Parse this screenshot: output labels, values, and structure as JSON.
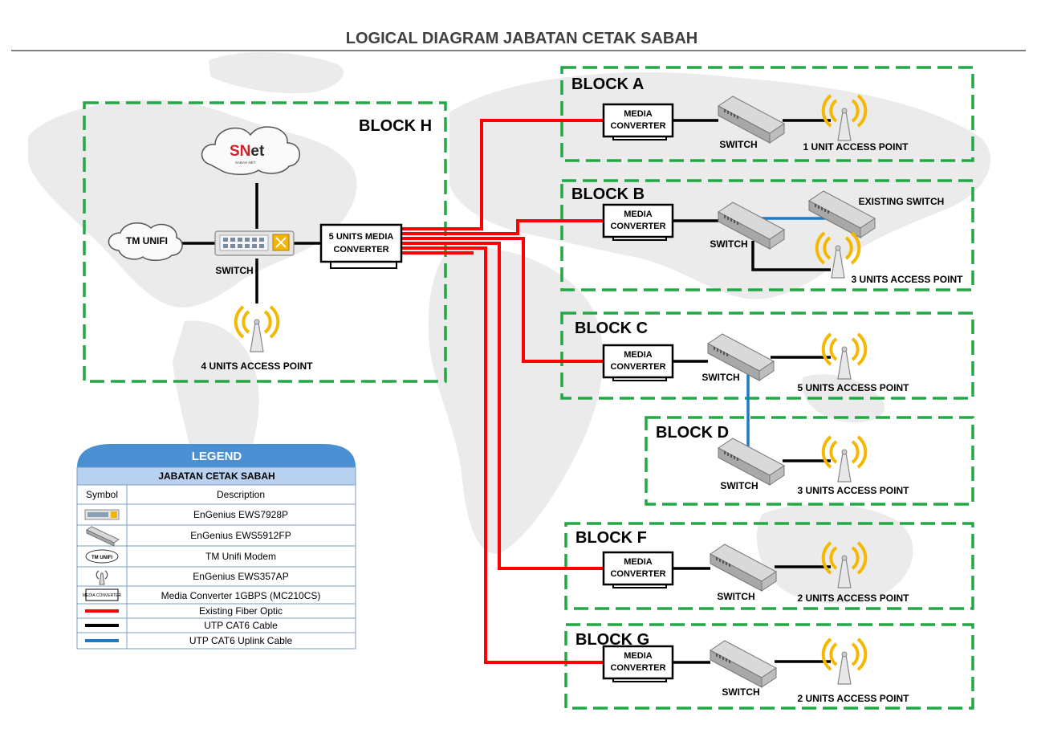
{
  "title": "LOGICAL DIAGRAM JABATAN CETAK SABAH",
  "brand": {
    "logo_text": "SNet",
    "logo_caption": "SABAH NET"
  },
  "colors": {
    "fiber": "#ff0000",
    "utp": "#000000",
    "uplink": "#1f78c8",
    "dash": "#22a845",
    "legend_header": "#4a8fd2"
  },
  "blocks": {
    "h": {
      "label": "BLOCK H",
      "cloud_isp": "TM UNIFI",
      "switch": "SWITCH",
      "media_converter": [
        "5 UNITS MEDIA",
        "CONVERTER"
      ],
      "access_point": "4 UNITS ACCESS POINT"
    },
    "a": {
      "label": "BLOCK A",
      "media_converter": [
        "MEDIA",
        "CONVERTER"
      ],
      "switch": "SWITCH",
      "access_point": "1 UNIT ACCESS POINT"
    },
    "b": {
      "label": "BLOCK B",
      "media_converter": [
        "MEDIA",
        "CONVERTER"
      ],
      "switch": "SWITCH",
      "existing_switch": "EXISTING SWITCH",
      "access_point": "3 UNITS ACCESS POINT"
    },
    "c": {
      "label": "BLOCK C",
      "media_converter": [
        "MEDIA",
        "CONVERTER"
      ],
      "switch": "SWITCH",
      "access_point": "5 UNITS ACCESS POINT"
    },
    "d": {
      "label": "BLOCK D",
      "switch": "SWITCH",
      "access_point": "3 UNITS ACCESS POINT"
    },
    "f": {
      "label": "BLOCK F",
      "media_converter": [
        "MEDIA",
        "CONVERTER"
      ],
      "switch": "SWITCH",
      "access_point": "2 UNITS ACCESS POINT"
    },
    "g": {
      "label": "BLOCK G",
      "media_converter": [
        "MEDIA",
        "CONVERTER"
      ],
      "switch": "SWITCH",
      "access_point": "2 UNITS ACCESS POINT"
    }
  },
  "legend": {
    "header": "LEGEND",
    "subheader": "JABATAN CETAK SABAH",
    "col_symbol": "Symbol",
    "col_description": "Description",
    "rows": [
      {
        "icon": "poe-switch-icon",
        "description": "EnGenius EWS7928P"
      },
      {
        "icon": "switch-icon",
        "description": "EnGenius EWS5912FP"
      },
      {
        "icon": "modem-cloud-icon",
        "description": "TM Unifi Modem",
        "symbol_text": "TM UNIFI"
      },
      {
        "icon": "access-point-icon",
        "description": "EnGenius EWS357AP"
      },
      {
        "icon": "media-converter-icon",
        "description": "Media Converter 1GBPS (MC210CS)",
        "symbol_text": "MEDIA CONVERTER"
      },
      {
        "icon": "fiber-line-icon",
        "description": "Existing Fiber Optic"
      },
      {
        "icon": "utp-line-icon",
        "description": "UTP CAT6 Cable"
      },
      {
        "icon": "uplink-line-icon",
        "description": "UTP CAT6 Uplink Cable"
      }
    ]
  }
}
